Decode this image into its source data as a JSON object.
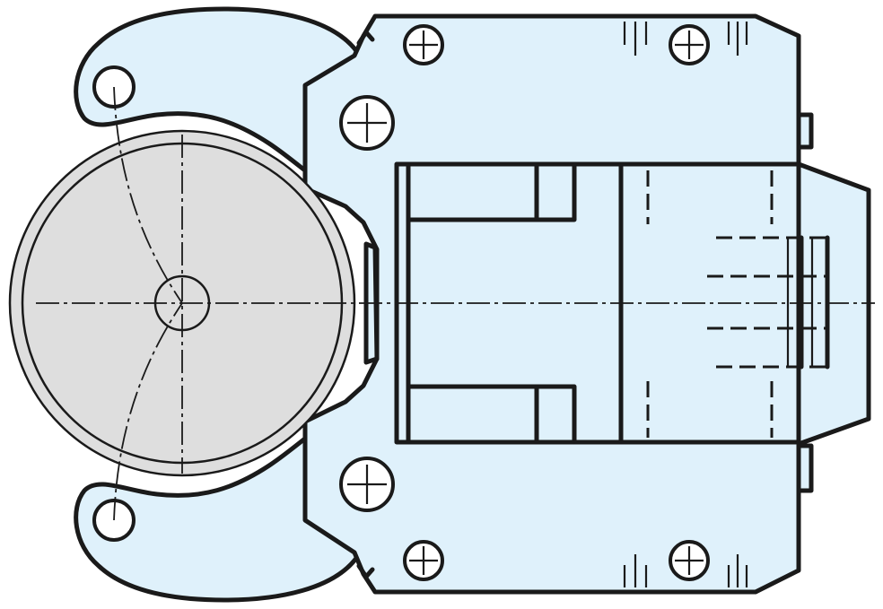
{
  "drawing": {
    "kind": "technical drawing (top view)",
    "colors": {
      "part_fill": "#dff1fb",
      "disc_fill": "#dedede",
      "outline": "#1a1a1a",
      "background": "#ffffff"
    },
    "features": {
      "bolt_holes": 6,
      "pivot_holes": 2
    }
  }
}
